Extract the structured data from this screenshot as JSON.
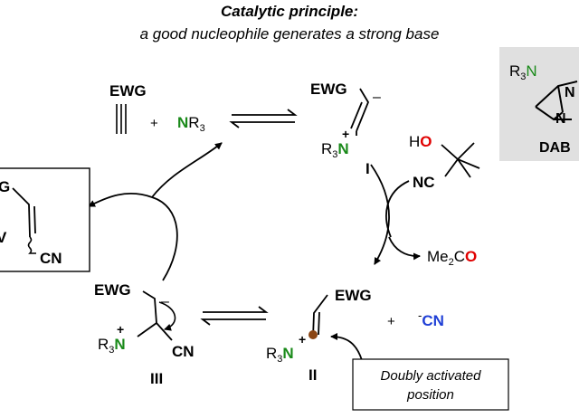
{
  "title": "Catalytic principle",
  "title_colon": ":",
  "subtitle": "a good nucleophile generates a strong base",
  "colors": {
    "nitrogen": "#1a8a1a",
    "oxygen": "#e00000",
    "cyano": "#1f3fd6",
    "highlight_dot": "#8b4513",
    "panel_bg": "#e0e0e0"
  },
  "species": {
    "alkyne": {
      "ewg": "EWG"
    },
    "amine": {
      "n": "N",
      "r": "R",
      "sub": "3"
    },
    "intermediate_I": {
      "ewg": "EWG",
      "charge": "–",
      "plus": "+",
      "r": "R",
      "sub": "3",
      "n": "N",
      "label": "I"
    },
    "cyanohydrin": {
      "ho_h": "H",
      "ho_o": "O",
      "nc_n": "N",
      "nc_c": "C"
    },
    "acetone": {
      "me": "Me",
      "sub": "2",
      "c": "C",
      "o": "O"
    },
    "intermediate_II": {
      "ewg": "EWG",
      "plus": "+",
      "r": "R",
      "sub": "3",
      "n": "N",
      "label": "II"
    },
    "cyanide": {
      "charge": "-",
      "cn": "CN"
    },
    "intermediate_III": {
      "ewg": "EWG",
      "charge": "–",
      "plus": "+",
      "r": "R",
      "sub": "3",
      "n": "N",
      "cn": "CN",
      "label": "III"
    },
    "product": {
      "ewg": "G",
      "cn": "CN",
      "label": "V"
    }
  },
  "plus_sign": "+",
  "callout": {
    "line1": "Doubly activated",
    "line2": "position"
  },
  "catalyst_panel": {
    "r": "R",
    "sub": "3",
    "n": "N",
    "label": "DAB",
    "ring_n_top": "N",
    "ring_n": "N"
  }
}
